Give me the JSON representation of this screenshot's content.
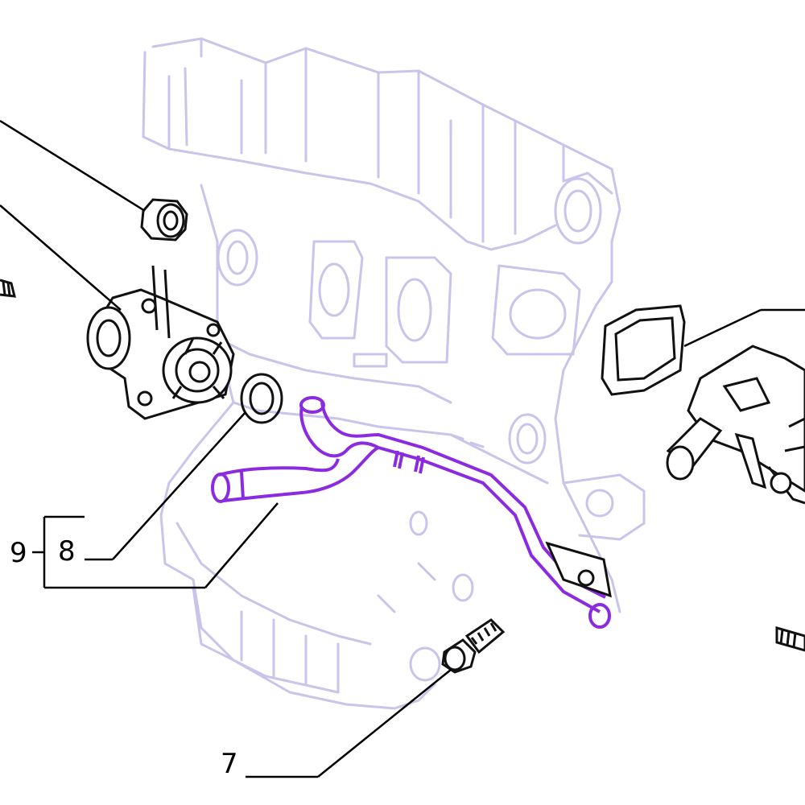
{
  "callouts": {
    "seven": "7",
    "eight": "8",
    "nine": "9"
  },
  "colors": {
    "engine_outline": "#c9c4ea",
    "part_ink": "#111111",
    "highlight": "#8a2be2",
    "leader": "#000000"
  }
}
